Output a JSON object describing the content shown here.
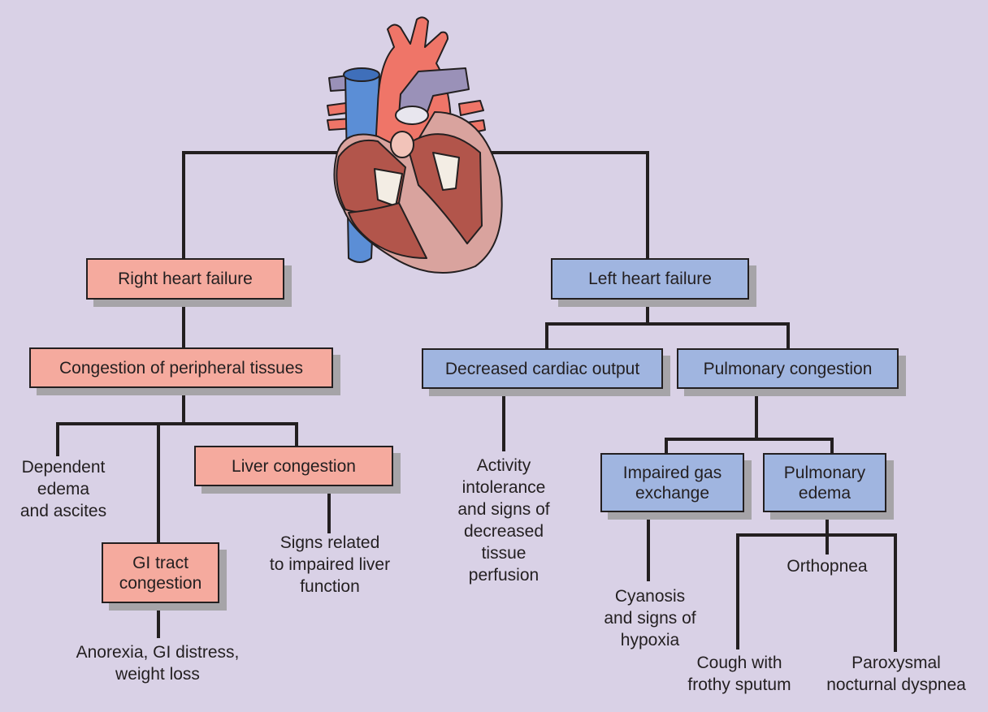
{
  "diagram": {
    "title": "Heart failure consequences",
    "colors": {
      "background": "#d9d1e6",
      "right_failure_box": "#f5aa9e",
      "left_failure_box": "#a0b5e0",
      "shadow": "#a6a4a8",
      "line": "#231f20"
    },
    "heart_illustration": "heart-cross-section",
    "right": {
      "root": "Right heart failure",
      "level2": "Congestion of peripheral tissues",
      "dependent_edema": [
        "Dependent",
        "edema",
        "and ascites"
      ],
      "gi_tract": [
        "GI tract",
        "congestion"
      ],
      "gi_signs": [
        "Anorexia, GI distress,",
        "weight loss"
      ],
      "liver": "Liver congestion",
      "liver_signs": [
        "Signs related",
        "to impaired liver",
        "function"
      ]
    },
    "left": {
      "root": "Left heart failure",
      "cardiac_output": "Decreased cardiac output",
      "cardiac_output_signs": [
        "Activity",
        "intolerance",
        "and signs of",
        "decreased",
        "tissue",
        "perfusion"
      ],
      "pulmonary_congestion": "Pulmonary congestion",
      "gas_exchange": [
        "Impaired gas",
        "exchange"
      ],
      "gas_exchange_signs": [
        "Cyanosis",
        "and signs of",
        "hypoxia"
      ],
      "pulmonary_edema": [
        "Pulmonary",
        "edema"
      ],
      "orthopnea": "Orthopnea",
      "cough": [
        "Cough with",
        "frothy sputum"
      ],
      "pnd": [
        "Paroxysmal",
        "nocturnal dyspnea"
      ]
    }
  }
}
